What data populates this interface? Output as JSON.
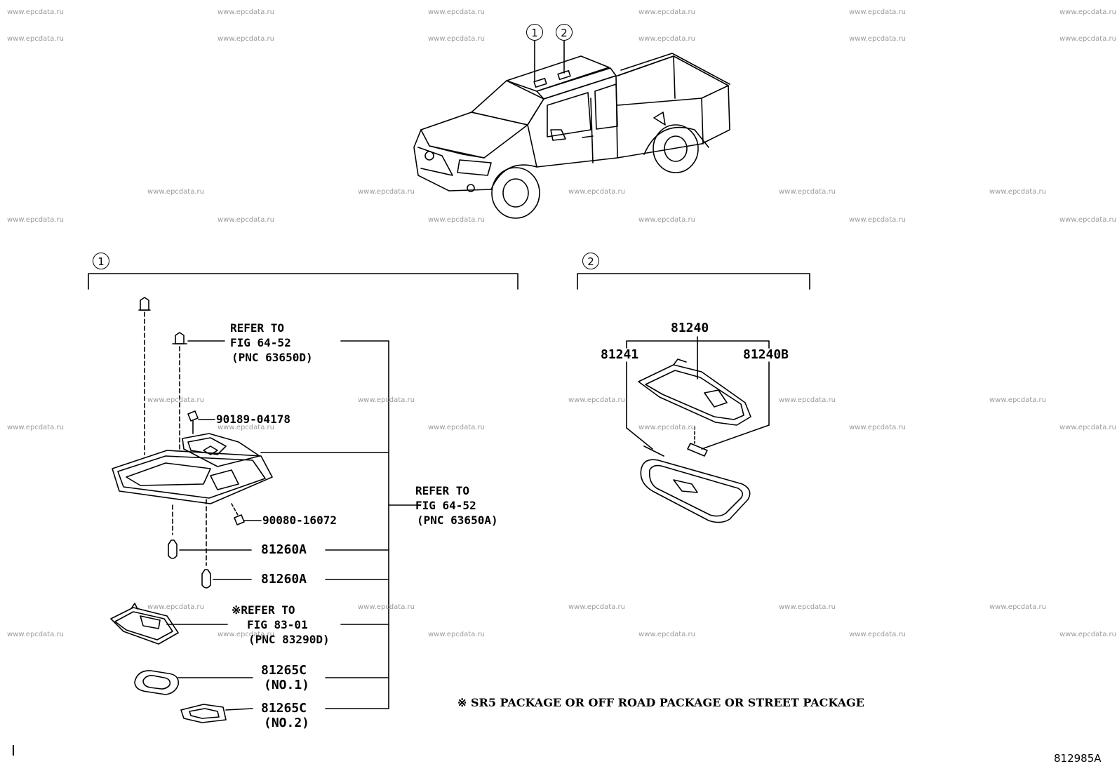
{
  "watermark": "www.epcdata.ru",
  "callouts": {
    "one": "1",
    "two": "2"
  },
  "section1": {
    "refer_a": [
      "REFER TO",
      "FIG 64-52",
      "(PNC 63650D)"
    ],
    "refer_b": [
      "REFER TO",
      "FIG 64-52",
      "(PNC 63650A)"
    ],
    "refer_c": [
      "※REFER TO",
      "FIG 83-01",
      "(PNC 83290D)"
    ],
    "part_screw_a": "90189-04178",
    "part_screw_b": "90080-16072",
    "part_bulb_1": "81260A",
    "part_bulb_2": "81260A",
    "part_lens_1": "81265C",
    "part_lens_1_no": "(NO.1)",
    "part_lens_2": "81265C",
    "part_lens_2_no": "(NO.2)"
  },
  "section2": {
    "part_assy": "81240",
    "part_left": "81241",
    "part_right": "81240B"
  },
  "footnote": "※ SR5 PACKAGE OR OFF ROAD PACKAGE OR STREET PACKAGE",
  "corner_mark": "I",
  "figure_id": "812985A",
  "colors": {
    "line": "#000000",
    "watermark": "#9a9a9a",
    "background": "#ffffff"
  }
}
